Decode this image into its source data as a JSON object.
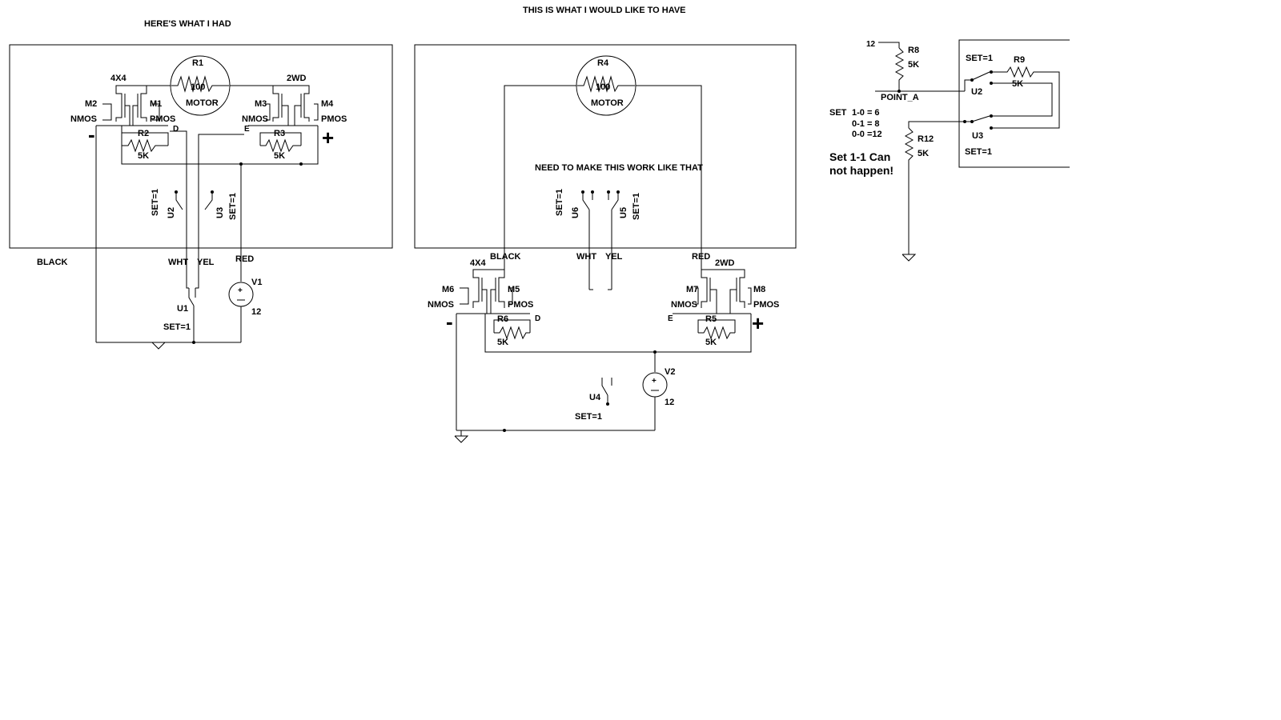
{
  "headings": {
    "left": "HERE'S WHAT I HAD",
    "center": "THIS IS WHAT I WOULD LIKE TO HAVE",
    "need": "NEED TO MAKE THIS WORK LIKE THAT"
  },
  "left_circuit": {
    "motor": {
      "ref": "R1",
      "value": "100",
      "label": "MOTOR"
    },
    "label_4x4": "4X4",
    "label_2wd": "2WD",
    "m2": "M2",
    "m1": "M1",
    "m3": "M3",
    "m4": "M4",
    "nmos_l": "NMOS",
    "pmos_l": "PMOS",
    "nmos_r": "NMOS",
    "pmos_r": "PMOS",
    "r2": "R2",
    "r2_val": "5K",
    "r3": "R3",
    "r3_val": "5K",
    "node_d": "D",
    "node_e": "E",
    "minus": "-",
    "plus": "+",
    "u2": "U2",
    "u2_set": "SET=1",
    "u3": "U3",
    "u3_set": "SET=1",
    "wire_black": "BLACK",
    "wire_wht": "WHT",
    "wire_yel": "YEL",
    "wire_red": "RED",
    "v1": "V1",
    "v1_val": "12",
    "u1": "U1",
    "u1_set": "SET=1"
  },
  "right_circuit": {
    "motor": {
      "ref": "R4",
      "value": "100",
      "label": "MOTOR"
    },
    "u6_set": "SET=1",
    "u6": "U6",
    "u5": "U5",
    "u5_set": "SET=1",
    "wire_black": "BLACK",
    "wire_wht": "WHT",
    "wire_yel": "YEL",
    "wire_red": "RED",
    "label_4x4": "4X4",
    "label_2wd": "2WD",
    "m6": "M6",
    "m5": "M5",
    "m7": "M7",
    "m8": "M8",
    "nmos_l": "NMOS",
    "pmos_l": "PMOS",
    "nmos_r": "NMOS",
    "pmos_r": "PMOS",
    "r6": "R6",
    "r6_val": "5K",
    "r5": "R5",
    "r5_val": "5K",
    "node_d": "D",
    "node_e": "E",
    "minus": "-",
    "plus": "+",
    "v2": "V2",
    "v2_val": "12",
    "u4": "U4",
    "u4_set": "SET=1"
  },
  "logic_circuit": {
    "supply": "12",
    "r8": "R8",
    "r8_val": "5K",
    "point_a": "POINT_A",
    "u2_set": "SET=1",
    "u2": "U2",
    "r9": "R9",
    "r9_val": "5K",
    "u3": "U3",
    "u3_set": "SET=1",
    "r12": "R12",
    "r12_val": "5K",
    "set_label": "SET",
    "truth_1": "1-0 = 6",
    "truth_2": "0-1 = 8",
    "truth_3": "0-0 =12",
    "note_line1": "Set 1-1 Can",
    "note_line2": "not happen!"
  }
}
